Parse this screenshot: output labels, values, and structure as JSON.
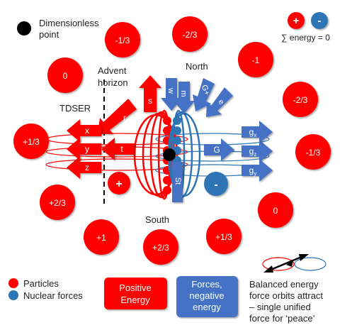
{
  "title_point": {
    "line1": "Dimensionless",
    "line2": "point"
  },
  "sum_energy": {
    "plus": "+",
    "minus": "-",
    "text": "∑ energy  = 0"
  },
  "outer_circles": [
    "-1/3",
    "-2/3",
    "-1",
    "-2/3",
    "-1/3",
    "0",
    "+1/3",
    "+2/3",
    "+1",
    "+2/3",
    "+1/3",
    "0"
  ],
  "labels": {
    "advent_line1": "Advent",
    "advent_line2": "horizon",
    "north": "North",
    "south": "South",
    "tdser": "TDSER"
  },
  "red_arrows": {
    "s": "s",
    "r": "r",
    "x": "x",
    "y": "y",
    "z": "z",
    "t": "t"
  },
  "blue_arrows": {
    "w": "w",
    "m": "m",
    "g_plus": "G+",
    "e": "e",
    "G": "G",
    "gx": "g",
    "gx_sub": "x",
    "gz": "g",
    "gz_sub": "z",
    "gy": "g",
    "gy_sub": "y",
    "st": "St"
  },
  "center_plus": "+",
  "center_minus": "-",
  "legend": {
    "particles": "Particles",
    "nuclear_forces": "Nuclear forces",
    "positive_energy_line1": "Positive",
    "positive_energy_line2": "Energy",
    "forces_line1": "Forces,",
    "forces_line2": "negative",
    "forces_line3": "energy",
    "balanced_line1": "Balanced energy",
    "balanced_line2": "force orbits attract",
    "balanced_line3": "– single unified",
    "balanced_line4": "force for ‘peace’"
  },
  "colors": {
    "red": "#ff0000",
    "blue": "#4472c4",
    "blue_dot": "#2e75b6",
    "black": "#000000"
  }
}
